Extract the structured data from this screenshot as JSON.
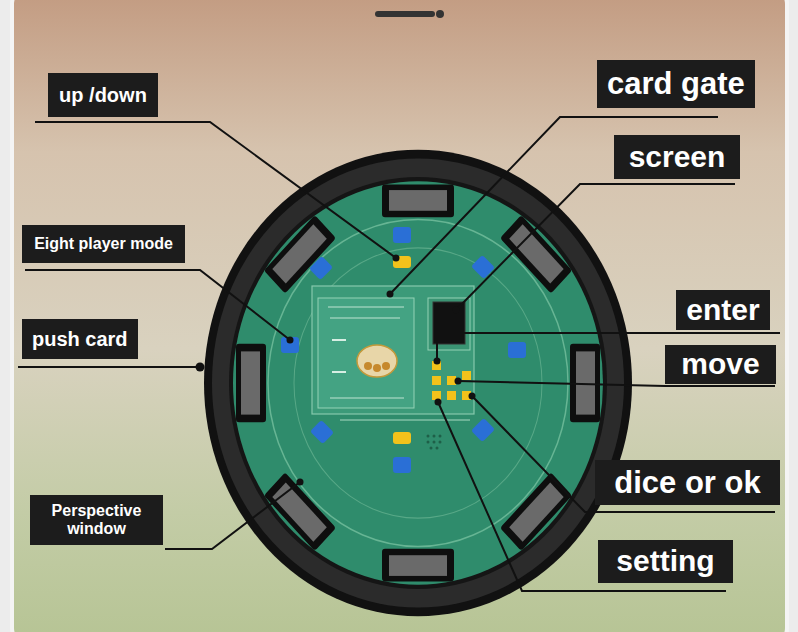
{
  "diagram": {
    "nodes": [
      {
        "text": [
          "up /down"
        ]
      },
      {
        "text": [
          "card gate"
        ]
      },
      {
        "text": [
          "screen"
        ]
      },
      {
        "text": [
          "Eight player mode"
        ]
      },
      {
        "text": [
          "enter"
        ]
      },
      {
        "text": [
          "push card"
        ]
      },
      {
        "text": [
          "move"
        ]
      },
      {
        "text": [
          "dice or ok"
        ]
      },
      {
        "text": [
          "Perspective window"
        ]
      },
      {
        "text": [
          "setting"
        ]
      }
    ]
  }
}
